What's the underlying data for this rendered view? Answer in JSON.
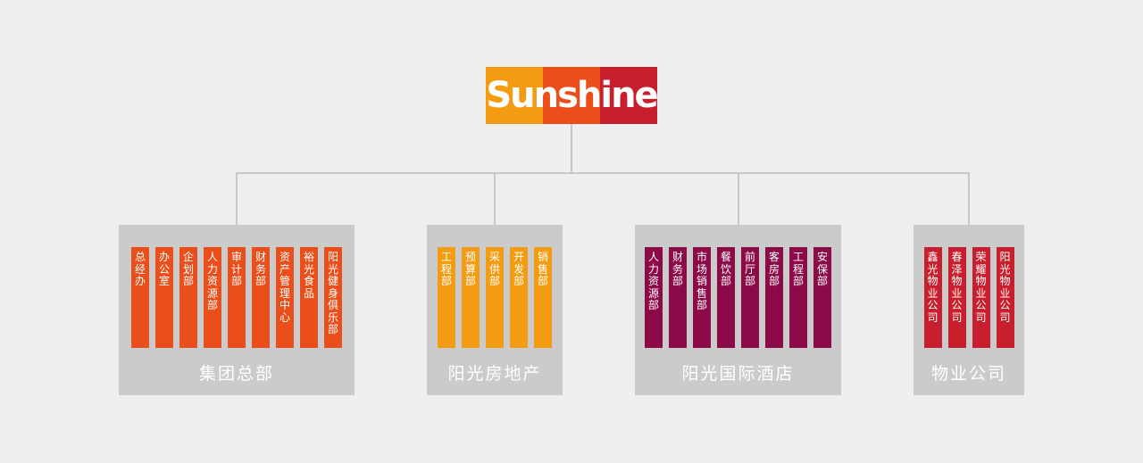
{
  "logo": {
    "text": "Sunshine",
    "colors": [
      "#f39c12",
      "#e94e1b",
      "#c71f2d"
    ]
  },
  "line_color": "#c8c8c8",
  "groups": [
    {
      "name": "集团总部",
      "color": "#e94e1b",
      "units": [
        "总经办",
        "办公室",
        "企划部",
        "人力资源部",
        "审计部",
        "财务部",
        "资产管理中心",
        "裕光食品",
        "阳光健身俱乐部"
      ]
    },
    {
      "name": "阳光房地产",
      "color": "#f39c12",
      "units": [
        "工程部",
        "预算部",
        "采供部",
        "开发部",
        "销售部"
      ]
    },
    {
      "name": "阳光国际酒店",
      "color": "#8b0a47",
      "units": [
        "人力资源部",
        "财务部",
        "市场销售部",
        "餐饮部",
        "前厅部",
        "客房部",
        "工程部",
        "安保部"
      ]
    },
    {
      "name": "物业公司",
      "color": "#c71f2d",
      "units": [
        "鑫光物业公司",
        "春泽物业公司",
        "荣耀物业公司",
        "阳光物业公司"
      ]
    }
  ]
}
